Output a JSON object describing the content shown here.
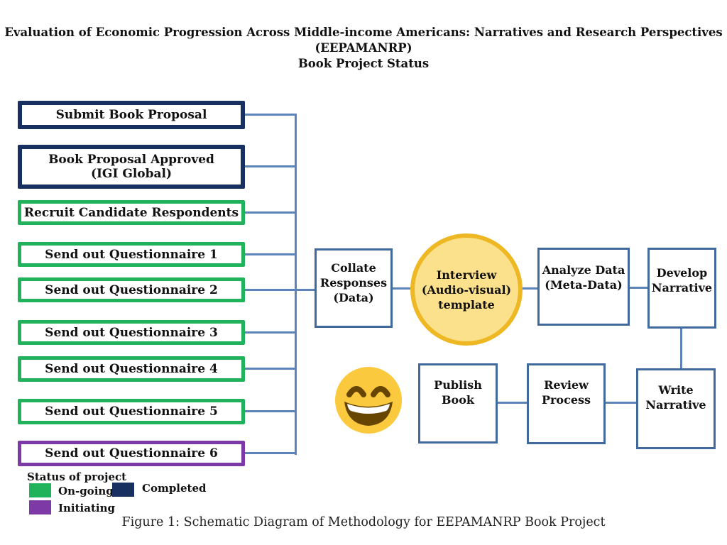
{
  "title": {
    "line1": "Evaluation of Economic Progression Across Middle-income Americans: Narratives and Research Perspectives",
    "line2": "(EEPAMANRP)",
    "line3": "Book Project Status"
  },
  "steps": [
    {
      "label": "Submit Book Proposal",
      "status": "completed"
    },
    {
      "label": "Book Proposal Approved",
      "label2": "(IGI Global)",
      "status": "completed"
    },
    {
      "label": "Recruit Candidate Respondents",
      "status": "ongoing"
    },
    {
      "label": "Send out Questionnaire 1",
      "status": "ongoing"
    },
    {
      "label": "Send out Questionnaire 2",
      "status": "ongoing"
    },
    {
      "label": "Send out Questionnaire 3",
      "status": "ongoing"
    },
    {
      "label": "Send out Questionnaire 4",
      "status": "ongoing"
    },
    {
      "label": "Send out Questionnaire 5",
      "status": "ongoing"
    },
    {
      "label": "Send out Questionnaire 6",
      "status": "initiating"
    }
  ],
  "nodes": {
    "collate": {
      "l1": "Collate",
      "l2": "Responses",
      "l3": "(Data)"
    },
    "interview": {
      "l1": "Interview",
      "l2": "(Audio-visual)",
      "l3": "template"
    },
    "analyze": {
      "l1": "Analyze Data",
      "l2": "(Meta-Data)"
    },
    "develop": {
      "l1": "Develop",
      "l2": "Narrative"
    },
    "write": {
      "l1": "Write",
      "l2": "Narrative"
    },
    "review": {
      "l1": "Review",
      "l2": "Process"
    },
    "publish": {
      "l1": "Publish",
      "l2": "Book"
    }
  },
  "legend": {
    "title": "Status of project",
    "items": [
      {
        "label": "On-going",
        "status": "ongoing"
      },
      {
        "label": "Completed",
        "status": "completed"
      },
      {
        "label": "Initiating",
        "status": "initiating"
      }
    ]
  },
  "caption": "Figure 1: Schematic Diagram of Methodology for EEPAMANRP Book Project",
  "emoji": {
    "name": "smiling-face-with-open-mouth-and-smiling-eyes"
  },
  "colors": {
    "completed": "#17305f",
    "ongoing": "#21b35b",
    "initiating": "#7d3aa6",
    "connector": "#5d84b8",
    "boxborder": "#41699c",
    "circlefill": "#fce18d",
    "circleborder": "#eeb824",
    "emojiface": "#fbc93d",
    "emojifeatures": "#664500"
  }
}
